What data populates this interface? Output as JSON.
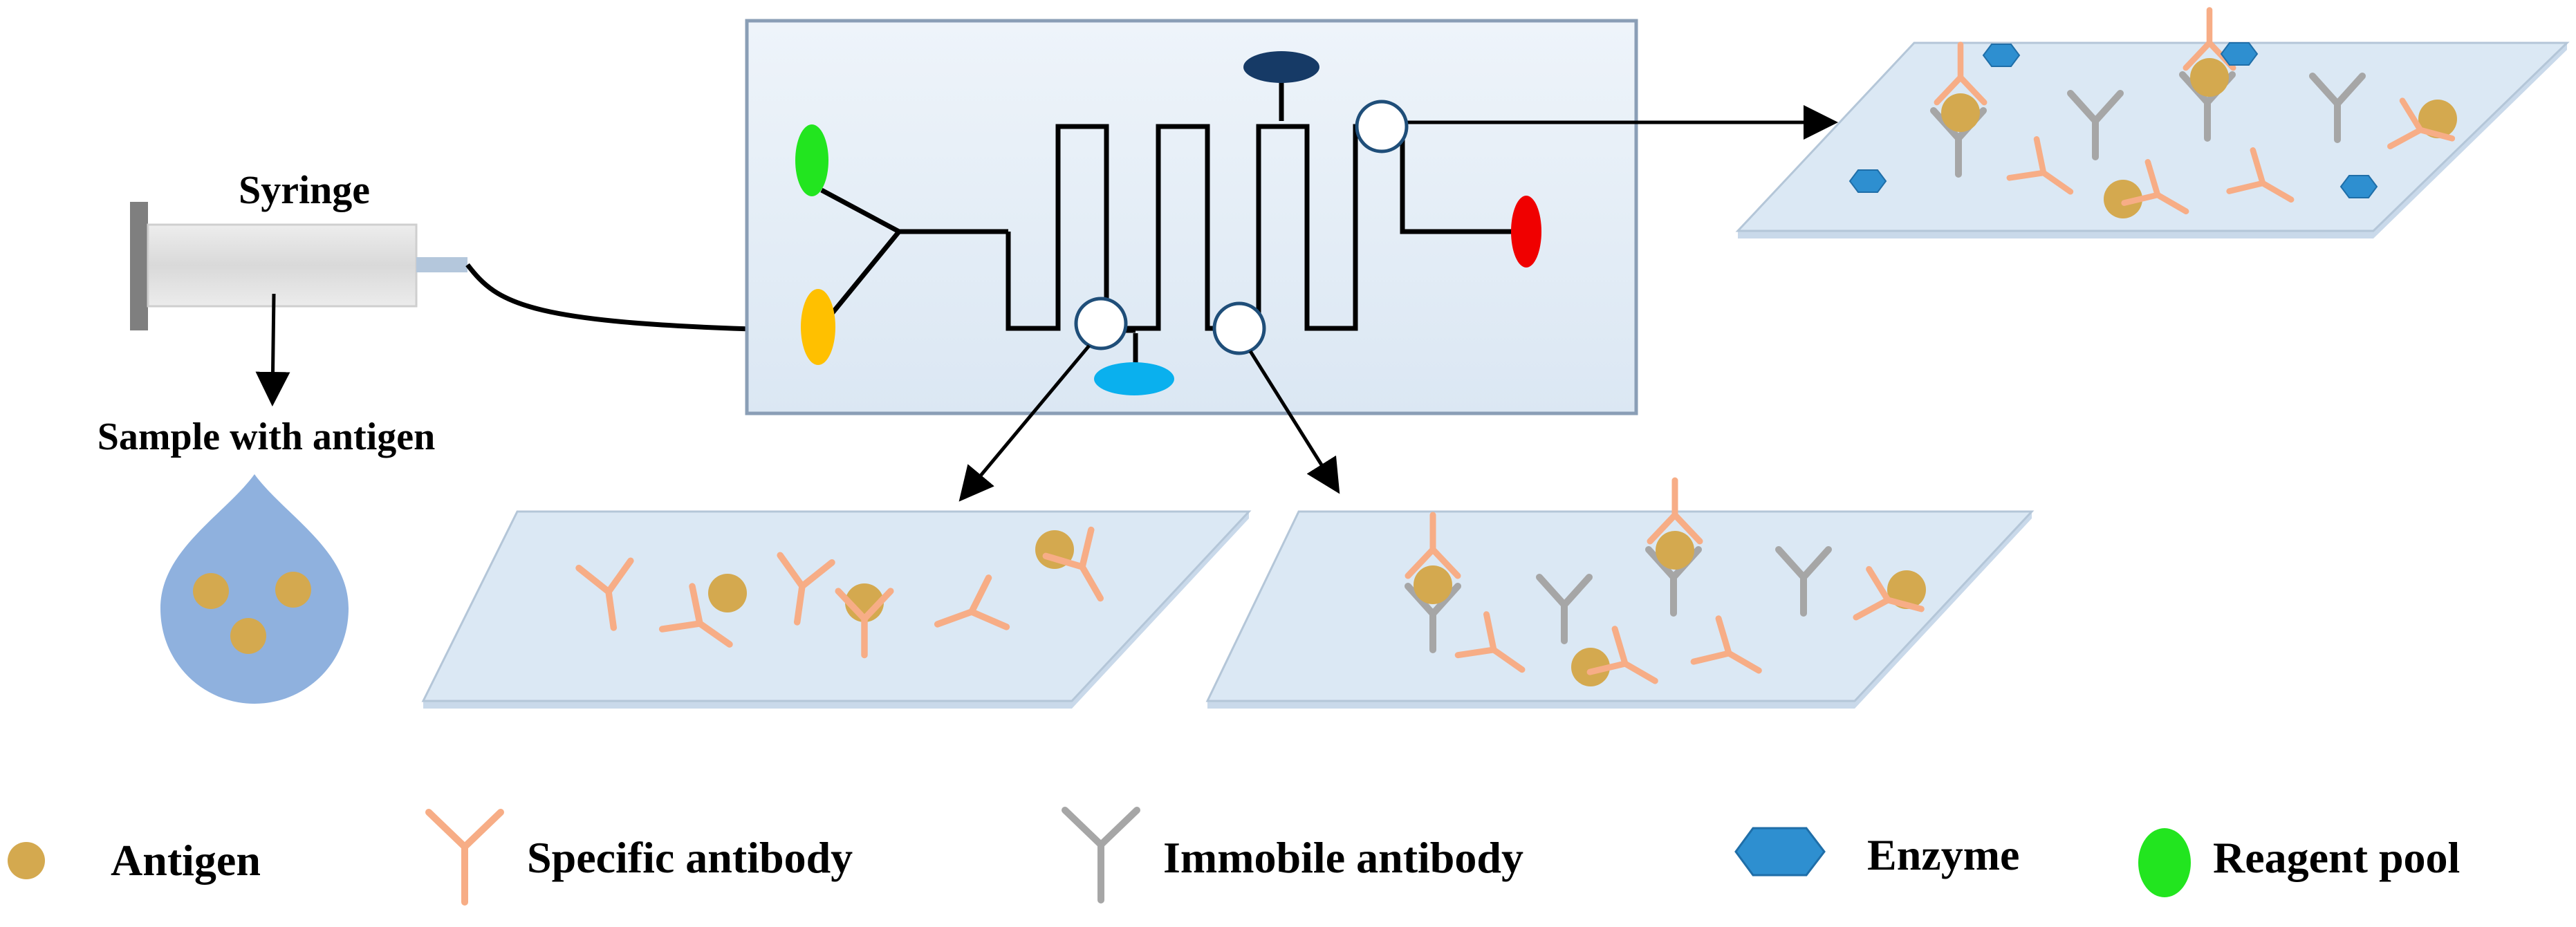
{
  "labels": {
    "syringe": "Syringe",
    "sample": "Sample with antigen"
  },
  "legend": [
    {
      "icon": "antigen-icon",
      "label": "Antigen"
    },
    {
      "icon": "specific-antibody-icon",
      "label": "Specific antibody"
    },
    {
      "icon": "immobile-antibody-icon",
      "label": "Immobile antibody"
    },
    {
      "icon": "enzyme-icon",
      "label": "Enzyme"
    },
    {
      "icon": "reagent-pool-icon",
      "label": "Reagent pool"
    }
  ],
  "colors": {
    "antigen": "#d4a94f",
    "specific_antibody": "#f7ad86",
    "immobile_antibody": "#a6a6a6",
    "enzyme": "#2e8fd0",
    "reagent_pool_green": "#22e51f",
    "reagent_pool_yellow": "#ffc000",
    "reagent_pool_red": "#f00000",
    "reagent_pool_dark_blue": "#163a66",
    "reagent_pool_light_blue": "#0ab0ee",
    "droplet": "#8fb1de",
    "chip": "#e8f0f7",
    "plate": "#dbe8f4"
  }
}
